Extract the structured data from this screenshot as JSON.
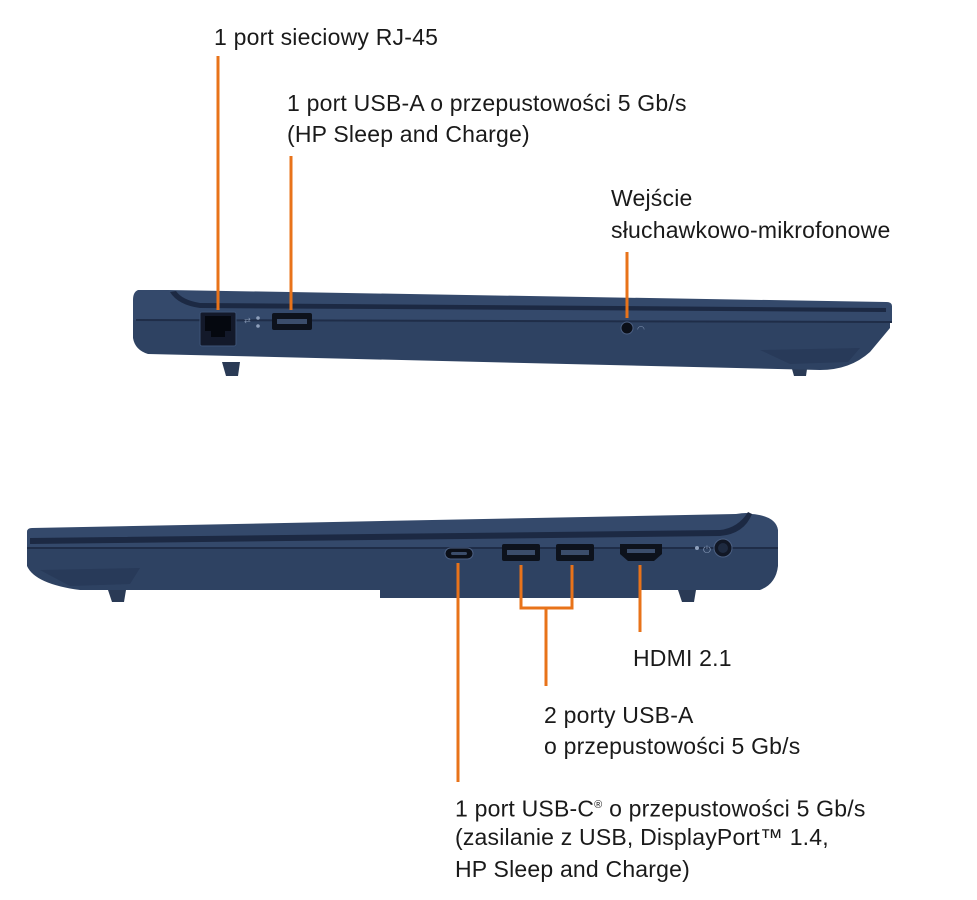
{
  "colors": {
    "callout_line": "#e8731a",
    "chassis": "#2c3f5c",
    "chassis_dark": "#1b2740",
    "port": "#0d121c"
  },
  "callouts": {
    "rj45": "1 port sieciowy RJ-45",
    "usba_left_line1": "1 port USB-A o przepustowości 5 Gb/s",
    "usba_left_line2": "(HP Sleep and Charge)",
    "audio_line1": "Wejście",
    "audio_line2": "słuchawkowo-mikrofonowe",
    "hdmi": "HDMI 2.1",
    "usba_right_line1": "2 porty USB-A",
    "usba_right_line2": "o przepustowości 5 Gb/s",
    "usbc_line1_a": "1 port USB-C",
    "usbc_line1_reg": "®",
    "usbc_line1_b": " o przepustowości 5 Gb/s",
    "usbc_line2": "(zasilanie z USB, DisplayPort™ 1.4,",
    "usbc_line3": "HP Sleep and Charge)"
  }
}
